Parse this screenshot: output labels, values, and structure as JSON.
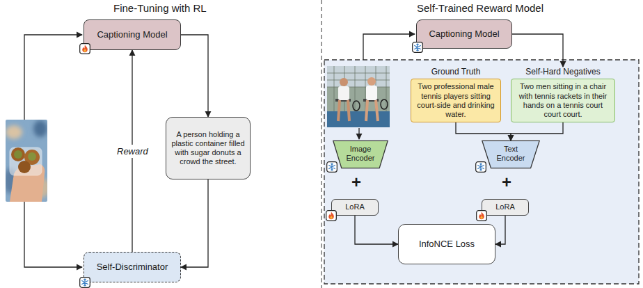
{
  "diagram": {
    "nodes": [
      {
        "text": [
          "Captioning Model"
        ]
      },
      {
        "text": [
          "A person holding a plastic container filled with sugar donuts a crowd the street."
        ]
      },
      {
        "text": [
          "Self-Discriminator"
        ]
      },
      {
        "text": [
          "Captioning Model"
        ]
      },
      {
        "text": [
          "Ground Truth",
          "Two professional male tennis players sitting court-side and drinking water."
        ]
      },
      {
        "text": [
          "Self-Hard Negatives",
          "Two men sitting in a chair with tennis rackets in their hands on a tennis court court court."
        ]
      },
      {
        "text": [
          "Image Encoder"
        ]
      },
      {
        "text": [
          "Text Encoder"
        ]
      },
      {
        "text": [
          "LoRA"
        ]
      },
      {
        "text": [
          "LoRA"
        ]
      },
      {
        "text": [
          "InfoNCE Loss"
        ]
      }
    ],
    "edges": [
      {
        "from": 0,
        "to": 1,
        "arrow": "to"
      },
      {
        "from": 1,
        "to": 2,
        "arrow": "to"
      },
      {
        "from": 2,
        "to": 0,
        "label": "Reward",
        "arrow": "to"
      },
      {
        "from": 3,
        "to": 5,
        "arrow": "to"
      },
      {
        "from": 4,
        "to": 7,
        "arrow": "to"
      },
      {
        "from": 5,
        "to": 7,
        "arrow": "to"
      },
      {
        "from": 8,
        "to": 10,
        "arrow": "to"
      },
      {
        "from": 9,
        "to": 10,
        "arrow": "to"
      }
    ],
    "labels": [
      "Fine-Tuning with RL",
      "Self-Trained Reward Model",
      "+",
      "+"
    ]
  }
}
